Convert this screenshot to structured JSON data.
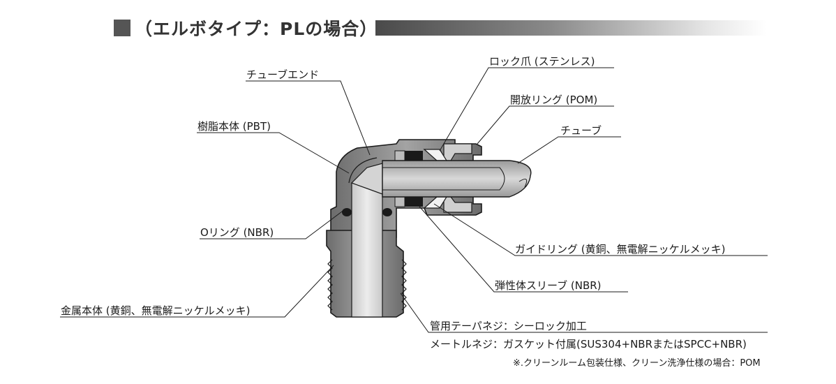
{
  "header": {
    "title": "（エルボタイプ：PLの場合）"
  },
  "labels": {
    "tube_end": "チューブエンド",
    "resin_body": "樹脂本体 (PBT)",
    "o_ring": "Oリング (NBR)",
    "metal_body": "金属本体 (黄銅、無電解ニッケルメッキ)",
    "lock_claw": "ロック爪 (ステンレス)",
    "release_ring": "開放リング (POM)",
    "tube": "チューブ",
    "guide_ring": "ガイドリング (黄銅、無電解ニッケルメッキ)",
    "elastic_sleeve": "弾性体スリーブ (NBR)",
    "pipe_thread": "管用テーパネジ：シーロック加工",
    "metric_thread": "メートルネジ：ガスケット付属(SUS304+NBRまたはSPCC+NBR)",
    "note": "※.クリーンルーム包装仕様、クリーン洗浄仕様の場合：POM"
  }
}
